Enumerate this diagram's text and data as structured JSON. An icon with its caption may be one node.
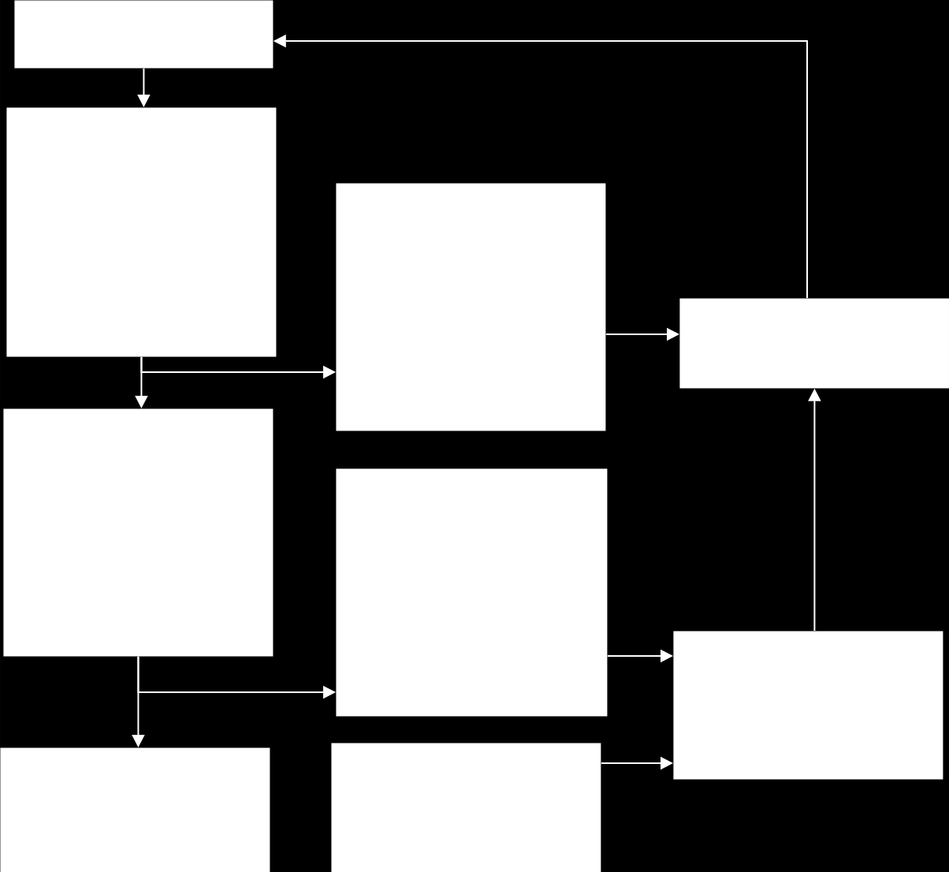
{
  "diagram": {
    "nodes": [
      {
        "text": [],
        "shape": "box"
      },
      {
        "text": [],
        "shape": "box"
      },
      {
        "text": [],
        "shape": "box"
      },
      {
        "text": [],
        "shape": "box"
      },
      {
        "text": [],
        "shape": "box"
      },
      {
        "text": [],
        "shape": "box"
      },
      {
        "text": [],
        "shape": "box"
      },
      {
        "text": [],
        "shape": "box"
      },
      {
        "text": [],
        "shape": "box"
      }
    ],
    "edges": [
      {
        "from": 0,
        "to": 1,
        "arrow": "to"
      },
      {
        "from": 1,
        "to": 4,
        "arrow": "to"
      },
      {
        "from": 1,
        "to": 2,
        "arrow": "to"
      },
      {
        "from": 2,
        "to": 3,
        "arrow": "to"
      },
      {
        "from": 3,
        "to": 0,
        "arrow": "to"
      },
      {
        "from": 4,
        "to": 7,
        "arrow": "to"
      },
      {
        "from": 4,
        "to": 5,
        "arrow": "to"
      },
      {
        "from": 5,
        "to": 6,
        "arrow": "to"
      },
      {
        "from": 8,
        "to": 6,
        "arrow": "to"
      },
      {
        "from": 6,
        "to": 3,
        "arrow": "to"
      }
    ]
  }
}
